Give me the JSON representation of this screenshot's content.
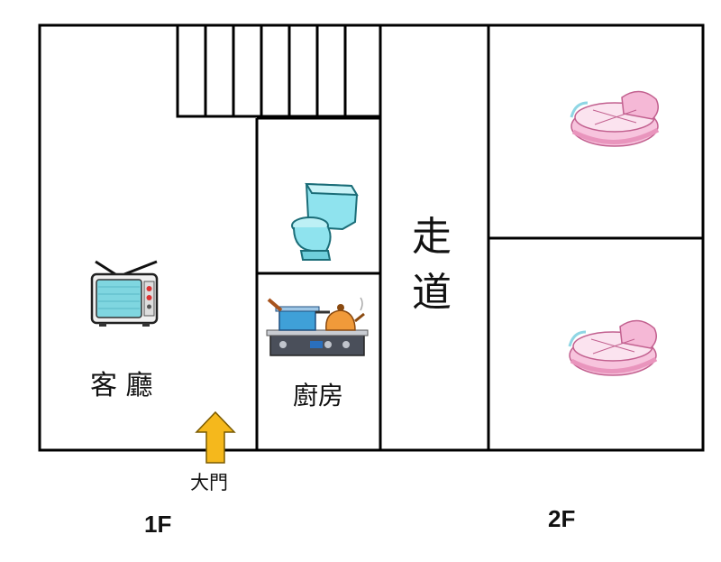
{
  "rooms": {
    "living_room": "客 廳",
    "kitchen": "廚房",
    "corridor_line1": "走",
    "corridor_line2": "道"
  },
  "entrance": {
    "label": "大門",
    "arrow_color": "#F5B81C"
  },
  "floors": {
    "first": "1F",
    "second": "2F"
  },
  "icons": [
    "tv-icon",
    "toilet-icon",
    "stove-icon",
    "bassinet-icon",
    "bassinet-icon"
  ],
  "colors": {
    "wall": "#000000",
    "toilet": "#8FE3EE",
    "bassinet": "#F5B8D6",
    "tv_screen": "#7FD6E0"
  }
}
